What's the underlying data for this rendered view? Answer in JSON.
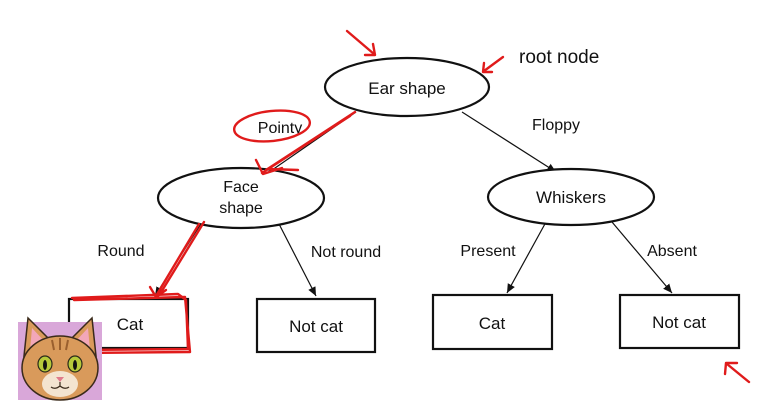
{
  "annotation": {
    "root_label": "root node"
  },
  "nodes": {
    "ear_shape": "Ear shape",
    "face_shape_line1": "Face",
    "face_shape_line2": "shape",
    "whiskers": "Whiskers",
    "leaf_cat_left": "Cat",
    "leaf_not_cat_left": "Not cat",
    "leaf_cat_right": "Cat",
    "leaf_not_cat_right": "Not cat"
  },
  "edges": {
    "pointy": "Pointy",
    "floppy": "Floppy",
    "round": "Round",
    "not_round": "Not round",
    "present": "Present",
    "absent": "Absent"
  },
  "colors": {
    "ink": "#111111",
    "annotation_red": "#e01b1b",
    "cat_fur": "#d99a5b",
    "cat_pink": "#f2a7b8",
    "cat_eye": "#b6c93a",
    "cat_bg": "#d9a7d9"
  }
}
